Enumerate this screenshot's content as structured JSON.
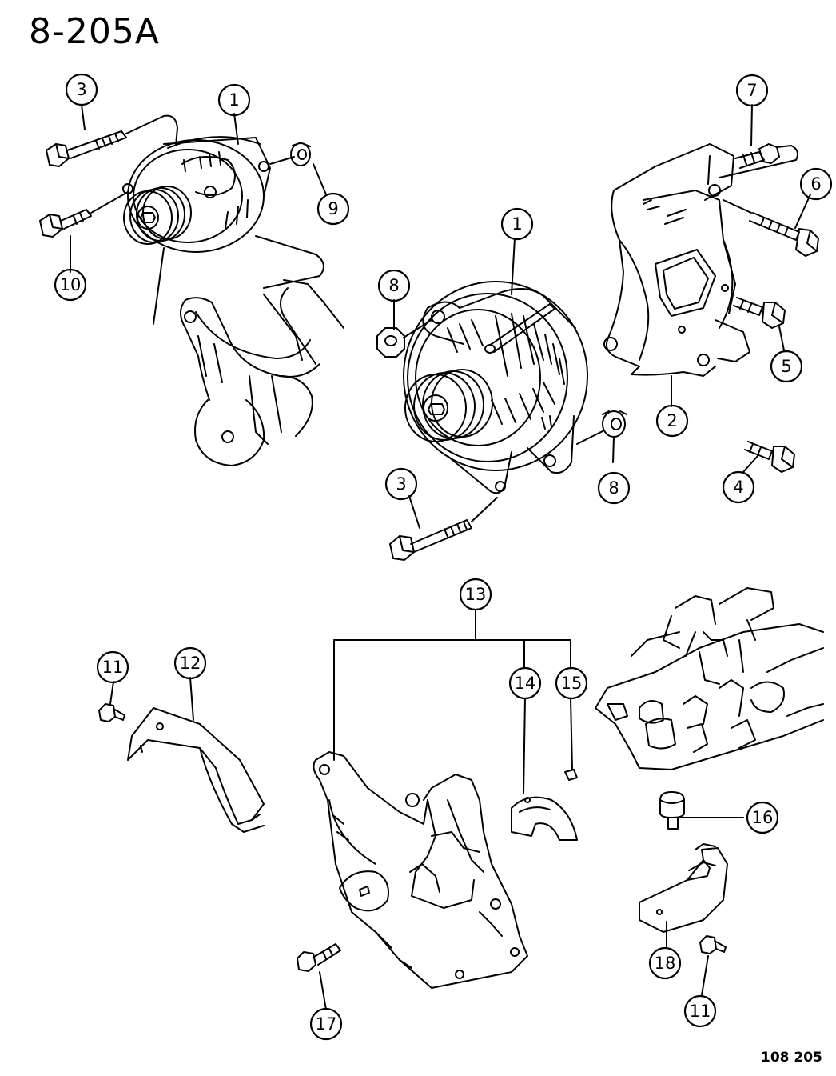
{
  "diagram": {
    "title": "8-205A",
    "code": "108 205",
    "callouts": [
      {
        "id": "c3a",
        "label": "3"
      },
      {
        "id": "c1a",
        "label": "1"
      },
      {
        "id": "c9",
        "label": "9"
      },
      {
        "id": "c10",
        "label": "10"
      },
      {
        "id": "c7",
        "label": "7"
      },
      {
        "id": "c6",
        "label": "6"
      },
      {
        "id": "c1b",
        "label": "1"
      },
      {
        "id": "c8a",
        "label": "8"
      },
      {
        "id": "c5",
        "label": "5"
      },
      {
        "id": "c2",
        "label": "2"
      },
      {
        "id": "c8b",
        "label": "8"
      },
      {
        "id": "c4",
        "label": "4"
      },
      {
        "id": "c3b",
        "label": "3"
      },
      {
        "id": "c13",
        "label": "13"
      },
      {
        "id": "c11a",
        "label": "11"
      },
      {
        "id": "c12",
        "label": "12"
      },
      {
        "id": "c14",
        "label": "14"
      },
      {
        "id": "c15",
        "label": "15"
      },
      {
        "id": "c16",
        "label": "16"
      },
      {
        "id": "c18",
        "label": "18"
      },
      {
        "id": "c11b",
        "label": "11"
      },
      {
        "id": "c17",
        "label": "17"
      }
    ]
  }
}
